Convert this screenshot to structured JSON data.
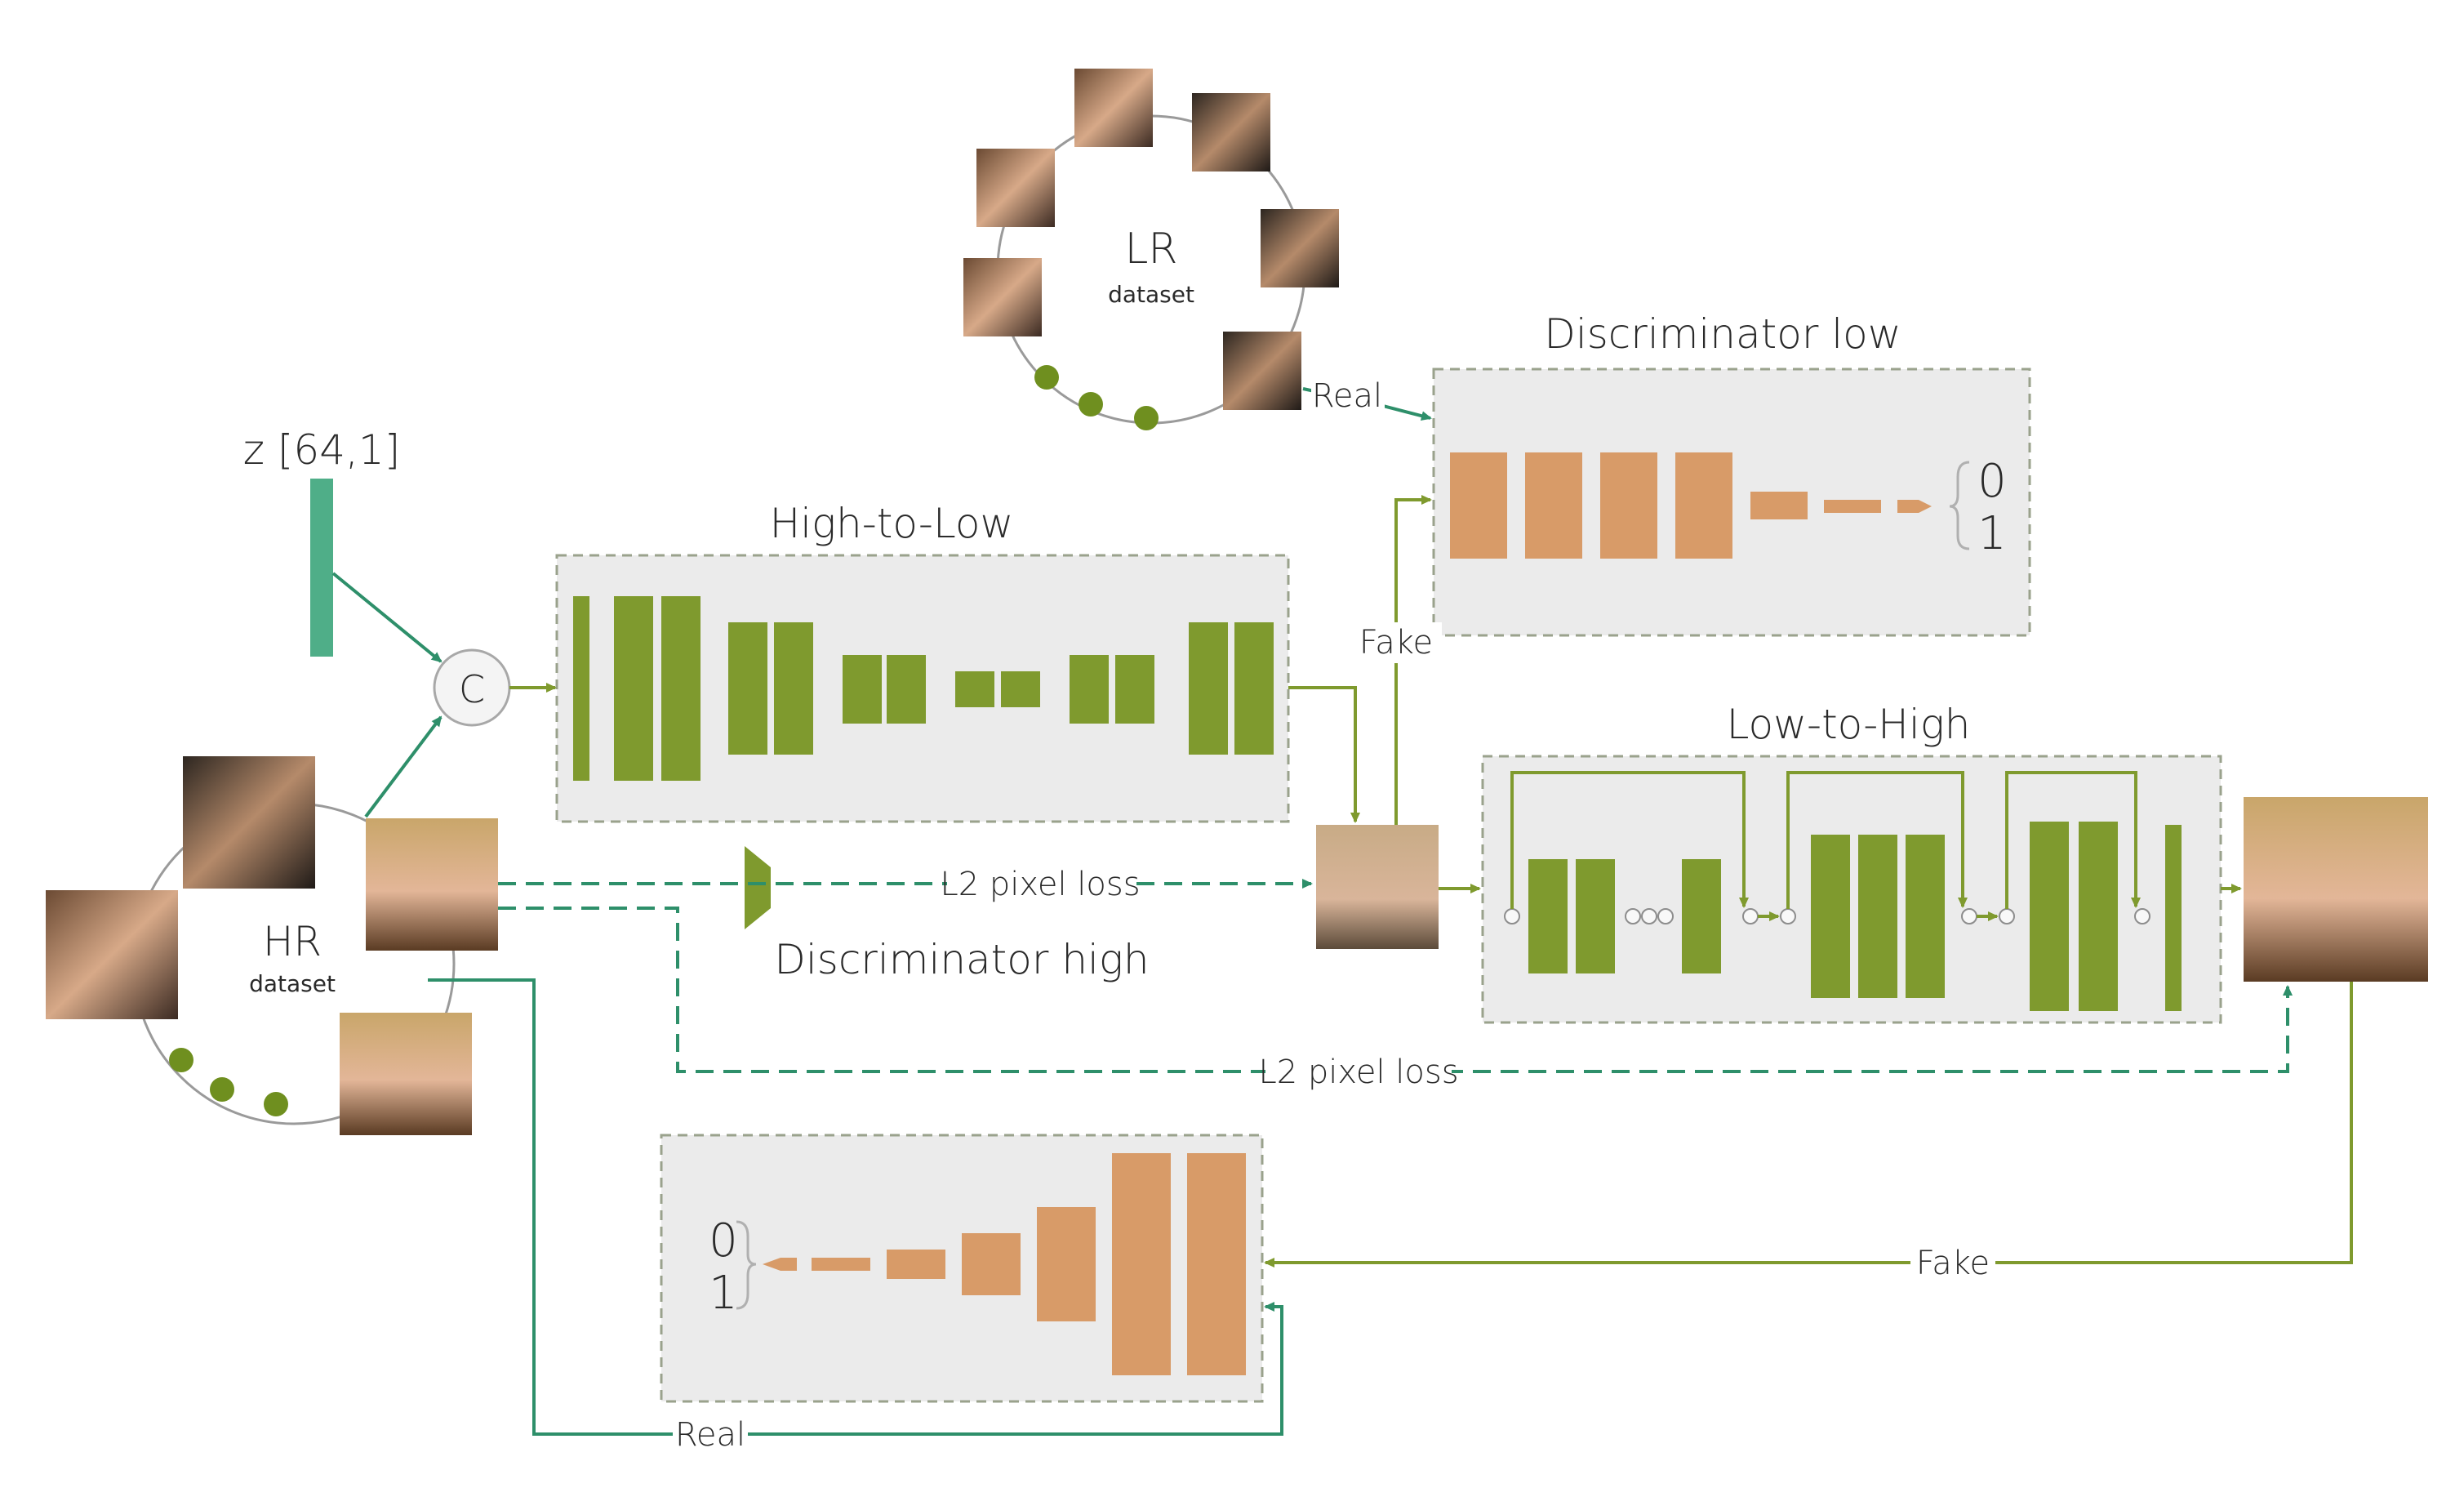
{
  "lr_dataset": {
    "title": "LR",
    "subtitle": "dataset"
  },
  "hr_dataset": {
    "title": "HR",
    "subtitle": "dataset"
  },
  "noise_input": {
    "label": "z [64,1]"
  },
  "concat_node": {
    "label": "C"
  },
  "high_to_low": {
    "title": "High-to-Low"
  },
  "low_to_high": {
    "title": "Low-to-High"
  },
  "discriminator_low": {
    "title": "Discriminator low",
    "outputs": [
      "0",
      "1"
    ]
  },
  "discriminator_high": {
    "title": "Discriminator high",
    "outputs": [
      "0",
      "1"
    ]
  },
  "edges": {
    "lr_real": "Real",
    "fake_to_disc_low": "Fake",
    "l2_loss_low": "L2 pixel loss",
    "l2_loss_high": "L2 pixel loss",
    "fake_to_disc_high": "Fake",
    "hr_real": "Real"
  },
  "colors": {
    "generator_green": "#7f9a2e",
    "discriminator_orange": "#d89b68",
    "loss_teal": "#2e8f6a",
    "noise_teal": "#4fae88",
    "panel_fill": "#ebebeb"
  }
}
